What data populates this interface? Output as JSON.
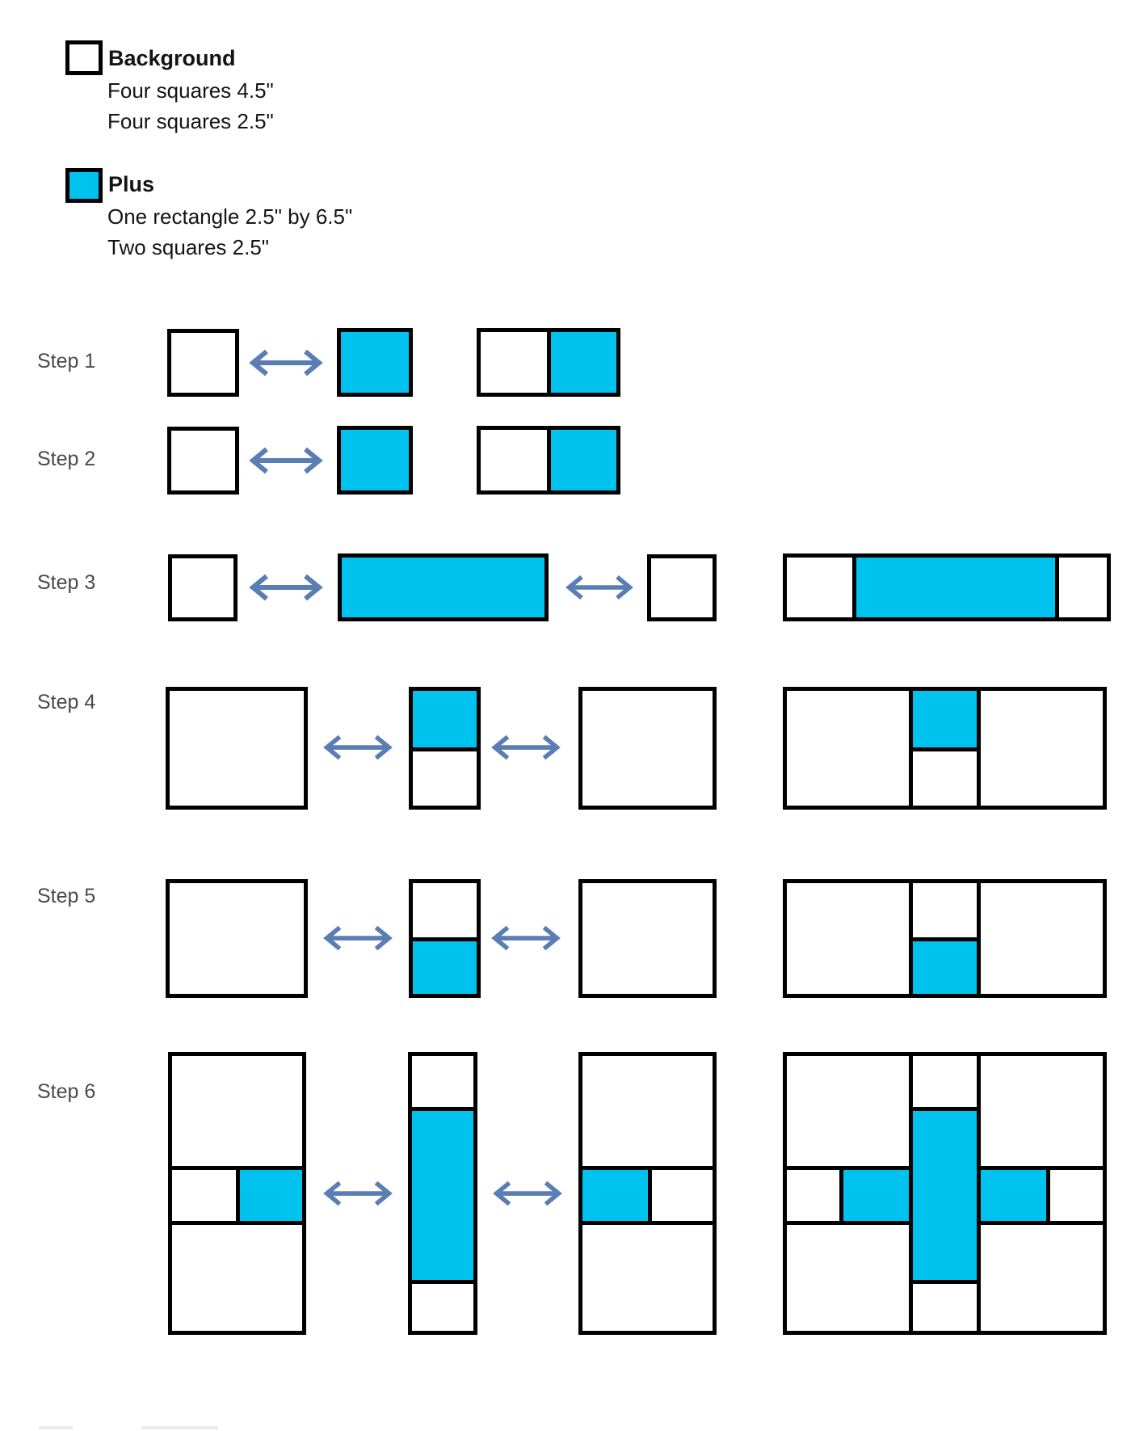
{
  "colors": {
    "plus_fill": "#00C2EF",
    "background_fill": "#FFFFFF",
    "outline": "#000000",
    "arrow": "#5A7DB4",
    "step_label": "#4A4A4A",
    "legend_text": "#141414"
  },
  "legend": {
    "background": {
      "title": "Background",
      "lines": [
        "Four squares 4.5\"",
        "Four squares 2.5\""
      ]
    },
    "plus": {
      "title": "Plus",
      "lines": [
        "One rectangle 2.5\" by 6.5\"",
        "Two squares 2.5\""
      ]
    }
  },
  "steps": [
    {
      "label": "Step 1"
    },
    {
      "label": "Step 2"
    },
    {
      "label": "Step 3"
    },
    {
      "label": "Step 4"
    },
    {
      "label": "Step 5"
    },
    {
      "label": "Step 6"
    }
  ]
}
